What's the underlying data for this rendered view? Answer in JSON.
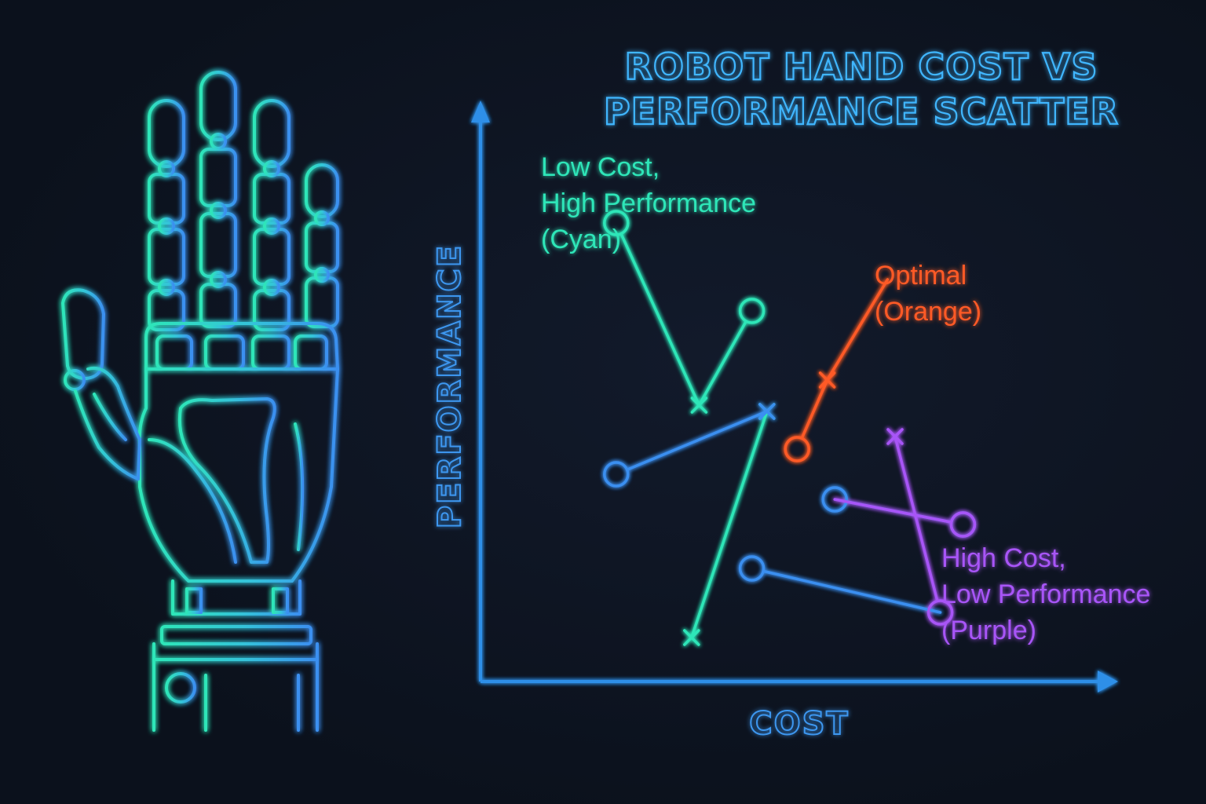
{
  "chart_data": {
    "type": "scatter",
    "title_lines": [
      "ROBOT HAND COST VS",
      "PERFORMANCE SCATTER"
    ],
    "xlabel": "COST",
    "ylabel": "PERFORMANCE",
    "grid": false,
    "legend": "none",
    "axis_ticks": "none",
    "colors": {
      "cyan": "#2ee6b8",
      "blue": "#3b8ff0",
      "orange": "#ff5a26",
      "purple": "#a855f7",
      "axis": "#2f8fe8",
      "title": "#3fb6ff"
    },
    "series": [
      {
        "color_key": "cyan",
        "segments": [
          {
            "points": [
              {
                "x": 1.8,
                "y": 7.3,
                "marker": "o"
              },
              {
                "x": 2.9,
                "y": 4.4,
                "marker": "x"
              },
              {
                "x": 3.6,
                "y": 5.9,
                "marker": "o"
              }
            ]
          },
          {
            "points": [
              {
                "x": 3.8,
                "y": 4.3,
                "marker": "x"
              },
              {
                "x": 2.8,
                "y": 0.7,
                "marker": "x"
              }
            ]
          }
        ]
      },
      {
        "color_key": "blue",
        "segments": [
          {
            "points": [
              {
                "x": 1.8,
                "y": 3.3,
                "marker": "o"
              },
              {
                "x": 3.8,
                "y": 4.3,
                "marker": "x"
              }
            ]
          }
        ]
      },
      {
        "color_key": "orange",
        "segments": [
          {
            "points": [
              {
                "x": 4.2,
                "y": 3.7,
                "marker": "o"
              },
              {
                "x": 4.6,
                "y": 4.8,
                "marker": "x"
              },
              {
                "x": 5.4,
                "y": 6.4,
                "marker": "none"
              }
            ]
          }
        ]
      },
      {
        "color_key": "blue",
        "segments": [
          {
            "points": [
              {
                "x": 4.7,
                "y": 2.9,
                "marker": "o"
              },
              {
                "x": 6.4,
                "y": 2.5,
                "marker": "o"
              }
            ]
          },
          {
            "points": [
              {
                "x": 3.6,
                "y": 1.8,
                "marker": "o"
              },
              {
                "x": 6.1,
                "y": 1.1,
                "marker": "none"
              }
            ]
          }
        ]
      },
      {
        "color_key": "purple",
        "segments": [
          {
            "points": [
              {
                "x": 5.5,
                "y": 3.9,
                "marker": "x"
              },
              {
                "x": 6.1,
                "y": 1.1,
                "marker": "o"
              }
            ]
          },
          {
            "points": [
              {
                "x": 6.4,
                "y": 2.5,
                "marker": "o"
              },
              {
                "x": 4.7,
                "y": 2.9,
                "marker": "none"
              }
            ]
          }
        ]
      }
    ],
    "annotations": [
      {
        "color_key": "cyan",
        "lines": [
          "Low Cost,",
          "High Performance",
          "(Cyan)"
        ]
      },
      {
        "color_key": "orange",
        "lines": [
          "Optimal",
          "(Orange)"
        ]
      },
      {
        "color_key": "purple",
        "lines": [
          "High Cost,",
          "Low Performance",
          "(Purple)"
        ]
      }
    ]
  },
  "illustration": {
    "description_icon": "robot-hand-icon",
    "colors": {
      "cyan": "#2ee6b8",
      "blue": "#3b8ff0"
    }
  }
}
